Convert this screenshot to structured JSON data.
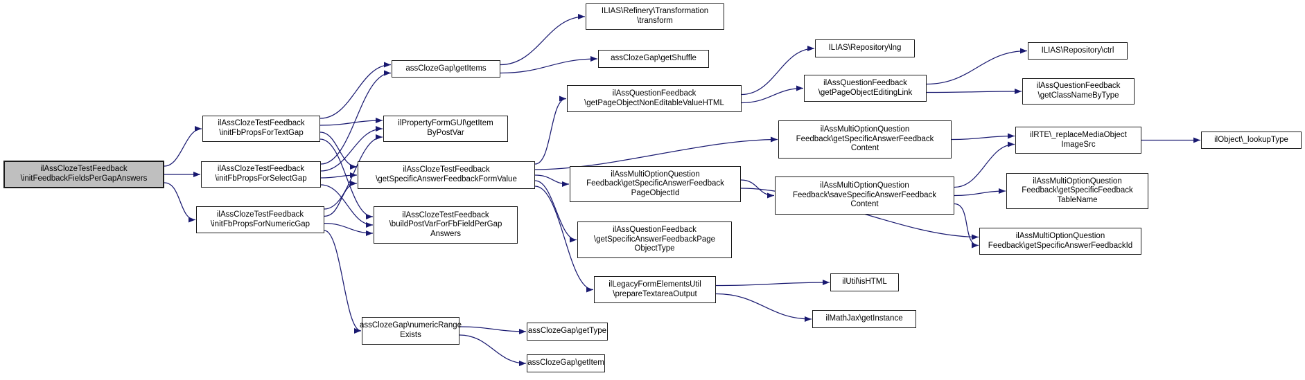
{
  "diagram": {
    "type": "call-graph",
    "orientation": "left-to-right",
    "background_color": "#ffffff",
    "edge_color": "#191970",
    "node_border_color": "#1a1a1a",
    "node_fill": "#ffffff",
    "main_node_fill": "#bfbfbf",
    "nodes": {
      "initFeedbackFieldsPerGapAnswers": {
        "label": "ilAssClozeTestFeedback\n\\initFeedbackFieldsPerGapAnswers"
      },
      "initFbPropsForTextGap": {
        "label": "ilAssClozeTestFeedback\n\\initFbPropsForTextGap"
      },
      "initFbPropsForSelectGap": {
        "label": "ilAssClozeTestFeedback\n\\initFbPropsForSelectGap"
      },
      "initFbPropsForNumericGap": {
        "label": "ilAssClozeTestFeedback\n\\initFbPropsForNumericGap"
      },
      "getItems": {
        "label": "assClozeGap\\getItems"
      },
      "getItemByPostVar": {
        "label": "ilPropertyFormGUI\\getItem\nByPostVar"
      },
      "getSpecificAnswerFeedbackFormValue": {
        "label": "ilAssClozeTestFeedback\n\\getSpecificAnswerFeedbackFormValue"
      },
      "buildPostVarForFbFieldPerGapAnswers": {
        "label": "ilAssClozeTestFeedback\n\\buildPostVarForFbFieldPerGap\nAnswers"
      },
      "numericRangeExists": {
        "label": "assClozeGap\\numericRange\nExists"
      },
      "transform": {
        "label": "ILIAS\\Refinery\\Transformation\n\\transform"
      },
      "getShuffle": {
        "label": "assClozeGap\\getShuffle"
      },
      "getPageObjectNonEditableValueHTML": {
        "label": "ilAssQuestionFeedback\n\\getPageObjectNonEditableValueHTML"
      },
      "getSpecificAnswerFeedbackPageObjectId": {
        "label": "ilAssMultiOptionQuestion\nFeedback\\getSpecificAnswerFeedback\nPageObjectId"
      },
      "getSpecificAnswerFeedbackPageObjectType": {
        "label": "ilAssQuestionFeedback\n\\getSpecificAnswerFeedbackPage\nObjectType"
      },
      "prepareTextareaOutput": {
        "label": "ilLegacyFormElementsUtil\n\\prepareTextareaOutput"
      },
      "getType": {
        "label": "assClozeGap\\getType"
      },
      "getItem": {
        "label": "assClozeGap\\getItem"
      },
      "lng": {
        "label": "ILIAS\\Repository\\lng"
      },
      "getPageObjectEditingLink": {
        "label": "ilAssQuestionFeedback\n\\getPageObjectEditingLink"
      },
      "getSpecificAnswerFeedbackContent": {
        "label": "ilAssMultiOptionQuestion\nFeedback\\getSpecificAnswerFeedback\nContent"
      },
      "saveSpecificAnswerFeedbackContent": {
        "label": "ilAssMultiOptionQuestion\nFeedback\\saveSpecificAnswerFeedback\nContent"
      },
      "isHTML": {
        "label": "ilUtil\\isHTML"
      },
      "getInstance": {
        "label": "ilMathJax\\getInstance"
      },
      "ctrl": {
        "label": "ILIAS\\Repository\\ctrl"
      },
      "getClassNameByType": {
        "label": "ilAssQuestionFeedback\n\\getClassNameByType"
      },
      "replaceMediaObjectImageSrc": {
        "label": "ilRTE\\_replaceMediaObject\nImageSrc"
      },
      "getSpecificFeedbackTableName": {
        "label": "ilAssMultiOptionQuestion\nFeedback\\getSpecificFeedback\nTableName"
      },
      "getSpecificAnswerFeedbackId": {
        "label": "ilAssMultiOptionQuestion\nFeedback\\getSpecificAnswerFeedbackId"
      },
      "lookupType": {
        "label": "ilObject\\_lookupType"
      }
    },
    "edges": [
      [
        "initFeedbackFieldsPerGapAnswers",
        "initFbPropsForTextGap"
      ],
      [
        "initFeedbackFieldsPerGapAnswers",
        "initFbPropsForSelectGap"
      ],
      [
        "initFeedbackFieldsPerGapAnswers",
        "initFbPropsForNumericGap"
      ],
      [
        "initFbPropsForTextGap",
        "getItems"
      ],
      [
        "initFbPropsForTextGap",
        "getItemByPostVar"
      ],
      [
        "initFbPropsForTextGap",
        "getSpecificAnswerFeedbackFormValue"
      ],
      [
        "initFbPropsForTextGap",
        "buildPostVarForFbFieldPerGapAnswers"
      ],
      [
        "initFbPropsForSelectGap",
        "getItems"
      ],
      [
        "initFbPropsForSelectGap",
        "getItemByPostVar"
      ],
      [
        "initFbPropsForSelectGap",
        "getSpecificAnswerFeedbackFormValue"
      ],
      [
        "initFbPropsForSelectGap",
        "buildPostVarForFbFieldPerGapAnswers"
      ],
      [
        "initFbPropsForNumericGap",
        "getItemByPostVar"
      ],
      [
        "initFbPropsForNumericGap",
        "getSpecificAnswerFeedbackFormValue"
      ],
      [
        "initFbPropsForNumericGap",
        "buildPostVarForFbFieldPerGapAnswers"
      ],
      [
        "initFbPropsForNumericGap",
        "numericRangeExists"
      ],
      [
        "getItems",
        "transform"
      ],
      [
        "getItems",
        "getShuffle"
      ],
      [
        "getSpecificAnswerFeedbackFormValue",
        "getPageObjectNonEditableValueHTML"
      ],
      [
        "getSpecificAnswerFeedbackFormValue",
        "getSpecificAnswerFeedbackContent"
      ],
      [
        "getSpecificAnswerFeedbackFormValue",
        "getSpecificAnswerFeedbackPageObjectId"
      ],
      [
        "getSpecificAnswerFeedbackFormValue",
        "getSpecificAnswerFeedbackPageObjectType"
      ],
      [
        "getSpecificAnswerFeedbackFormValue",
        "prepareTextareaOutput"
      ],
      [
        "numericRangeExists",
        "getType"
      ],
      [
        "numericRangeExists",
        "getItem"
      ],
      [
        "getPageObjectNonEditableValueHTML",
        "lng"
      ],
      [
        "getPageObjectNonEditableValueHTML",
        "getPageObjectEditingLink"
      ],
      [
        "getSpecificAnswerFeedbackPageObjectId",
        "saveSpecificAnswerFeedbackContent"
      ],
      [
        "getSpecificAnswerFeedbackPageObjectId",
        "getSpecificAnswerFeedbackId"
      ],
      [
        "prepareTextareaOutput",
        "isHTML"
      ],
      [
        "prepareTextareaOutput",
        "getInstance"
      ],
      [
        "getPageObjectEditingLink",
        "ctrl"
      ],
      [
        "getPageObjectEditingLink",
        "getClassNameByType"
      ],
      [
        "getSpecificAnswerFeedbackContent",
        "replaceMediaObjectImageSrc"
      ],
      [
        "saveSpecificAnswerFeedbackContent",
        "replaceMediaObjectImageSrc"
      ],
      [
        "saveSpecificAnswerFeedbackContent",
        "getSpecificFeedbackTableName"
      ],
      [
        "saveSpecificAnswerFeedbackContent",
        "getSpecificAnswerFeedbackId"
      ],
      [
        "replaceMediaObjectImageSrc",
        "lookupType"
      ]
    ]
  }
}
